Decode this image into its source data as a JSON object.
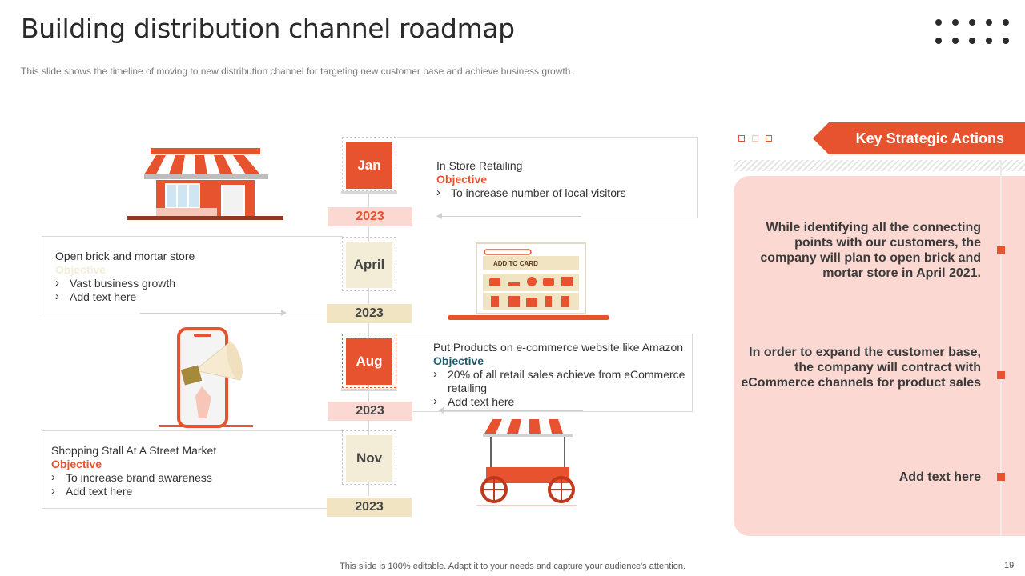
{
  "header": {
    "title": "Building distribution channel roadmap",
    "subtitle": "This slide shows the timeline of moving  to new distribution channel for targeting  new customer base and achieve  business growth."
  },
  "timeline": [
    {
      "month": "Jan",
      "year": "2023",
      "title": "In Store Retailing",
      "objective": "Objective",
      "bullets": [
        "To increase number of  local visitors"
      ]
    },
    {
      "month": "April",
      "year": "2023",
      "title": "Open brick and mortar store",
      "objective": "Objective",
      "bullets": [
        "Vast business growth",
        "Add text here"
      ]
    },
    {
      "month": "Aug",
      "year": "2023",
      "title": "Put Products on e-commerce website like Amazon",
      "objective": "Objective",
      "bullets": [
        "20% of all retail sales achieve from eCommerce retailing",
        "Add text here"
      ]
    },
    {
      "month": "Nov",
      "year": "2023",
      "title": "Shopping Stall At A Street Market",
      "objective": "Objective",
      "bullets": [
        "To increase brand awareness",
        "Add text here"
      ]
    }
  ],
  "illustrations": {
    "laptop_button": "ADD TO CARD"
  },
  "strategy": {
    "heading": "Key Strategic Actions",
    "items": [
      "While identifying all the connecting points with our customers, the company will plan to open brick and mortar store in April 2021.",
      "In order to expand the customer base, the company will contract with eCommerce channels for product sales",
      "Add text here"
    ]
  },
  "footer": {
    "note": "This slide is 100% editable. Adapt it to your needs and capture your audience's attention.",
    "page": "19"
  },
  "colors": {
    "accent": "#e8532f",
    "beige": "#f3ecd6",
    "pink": "#fbd9d2",
    "teal": "#1d5b6e"
  }
}
